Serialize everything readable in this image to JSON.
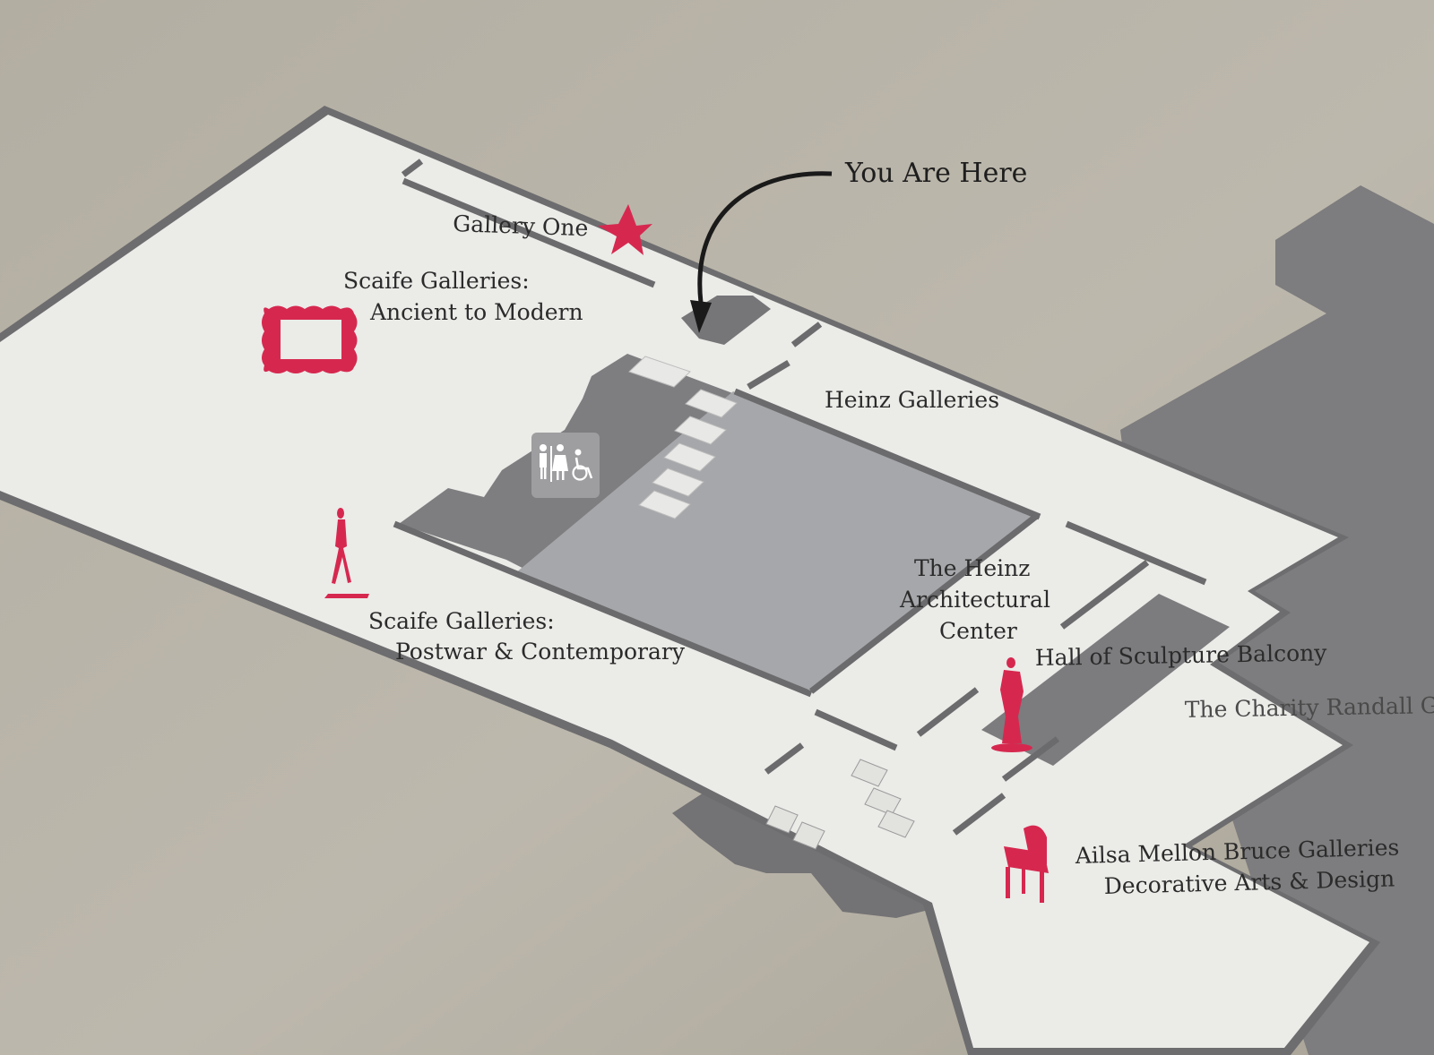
{
  "map": {
    "you_are_here": "You Are Here",
    "labels": {
      "gallery_one": "Gallery One",
      "scaife_ancient_1": "Scaife Galleries:",
      "scaife_ancient_2": "Ancient to Modern",
      "heinz_galleries": "Heinz Galleries",
      "scaife_postwar_1": "Scaife Galleries:",
      "scaife_postwar_2": "Postwar & Contemporary",
      "heinz_arch_1": "The Heinz",
      "heinz_arch_2": "Architectural",
      "heinz_arch_3": "Center",
      "hall_of_sculpture": "Hall of Sculpture Balcony",
      "charity_randall": "The Charity Randall Ga",
      "ailsa_1": "Ailsa Mellon Bruce Galleries",
      "ailsa_2": "Decorative Arts & Design"
    },
    "icons": [
      "star-icon",
      "picture-frame-icon",
      "walking-man-sculpture-icon",
      "venus-statue-icon",
      "chair-icon",
      "restroom-accessible-icon",
      "arrow-icon"
    ],
    "colors": {
      "wall": "#b7b2a6",
      "floor": "#ebebe8",
      "dark_area": "#7a797b",
      "light_area": "#a4a5a8",
      "accent": "#d6284f"
    }
  }
}
